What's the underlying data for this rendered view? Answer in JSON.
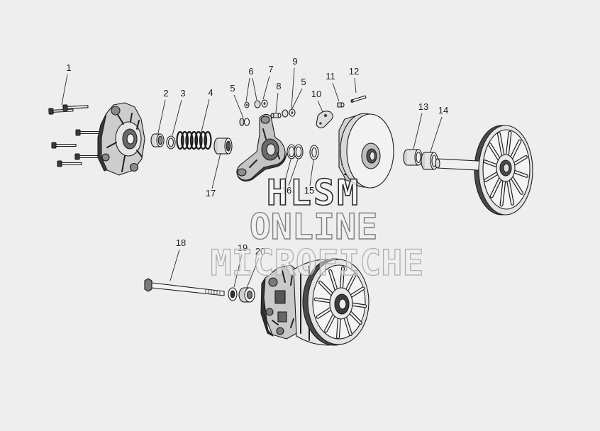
{
  "watermark": {
    "line1": "HLSM",
    "line2": "ONLINE",
    "line3": "MICROFICHE"
  },
  "callouts": {
    "c1": "1",
    "c2": "2",
    "c3": "3",
    "c4": "4",
    "c5a": "5",
    "c6": "6",
    "c7": "7",
    "c8": "8",
    "c9": "9",
    "c5b": "5",
    "c10": "10",
    "c11": "11",
    "c12": "12",
    "c13": "13",
    "c14": "14",
    "c16": "16",
    "c15": "15",
    "c17": "17",
    "c18": "18",
    "c19": "19",
    "c20": "20"
  }
}
